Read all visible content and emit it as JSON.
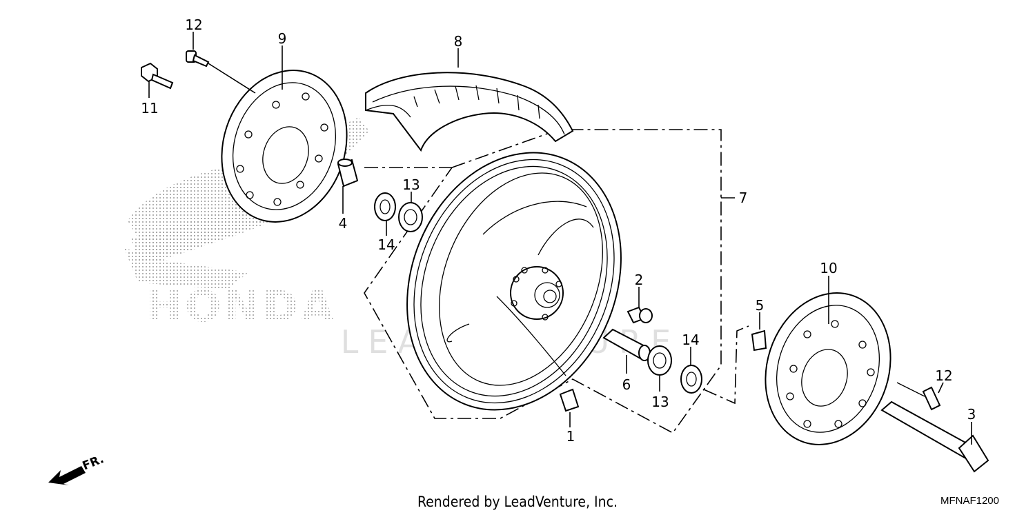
{
  "diagram": {
    "callouts": [
      {
        "id": "callout-1",
        "text": "1"
      },
      {
        "id": "callout-2",
        "text": "2"
      },
      {
        "id": "callout-3",
        "text": "3"
      },
      {
        "id": "callout-4",
        "text": "4"
      },
      {
        "id": "callout-5",
        "text": "5"
      },
      {
        "id": "callout-6",
        "text": "6"
      },
      {
        "id": "callout-7",
        "text": "7"
      },
      {
        "id": "callout-8",
        "text": "8"
      },
      {
        "id": "callout-9",
        "text": "9"
      },
      {
        "id": "callout-10",
        "text": "10"
      },
      {
        "id": "callout-11",
        "text": "11"
      },
      {
        "id": "callout-12a",
        "text": "12"
      },
      {
        "id": "callout-12b",
        "text": "12"
      },
      {
        "id": "callout-13a",
        "text": "13"
      },
      {
        "id": "callout-13b",
        "text": "13"
      },
      {
        "id": "callout-14a",
        "text": "14"
      },
      {
        "id": "callout-14b",
        "text": "14"
      }
    ],
    "direction_marker": "FR.",
    "watermark_brand": "HONDA",
    "watermark_store": "LEADVENTURE"
  },
  "footer": {
    "credit": "Rendered by LeadVenture, Inc.",
    "code": "MFNAF1200"
  }
}
